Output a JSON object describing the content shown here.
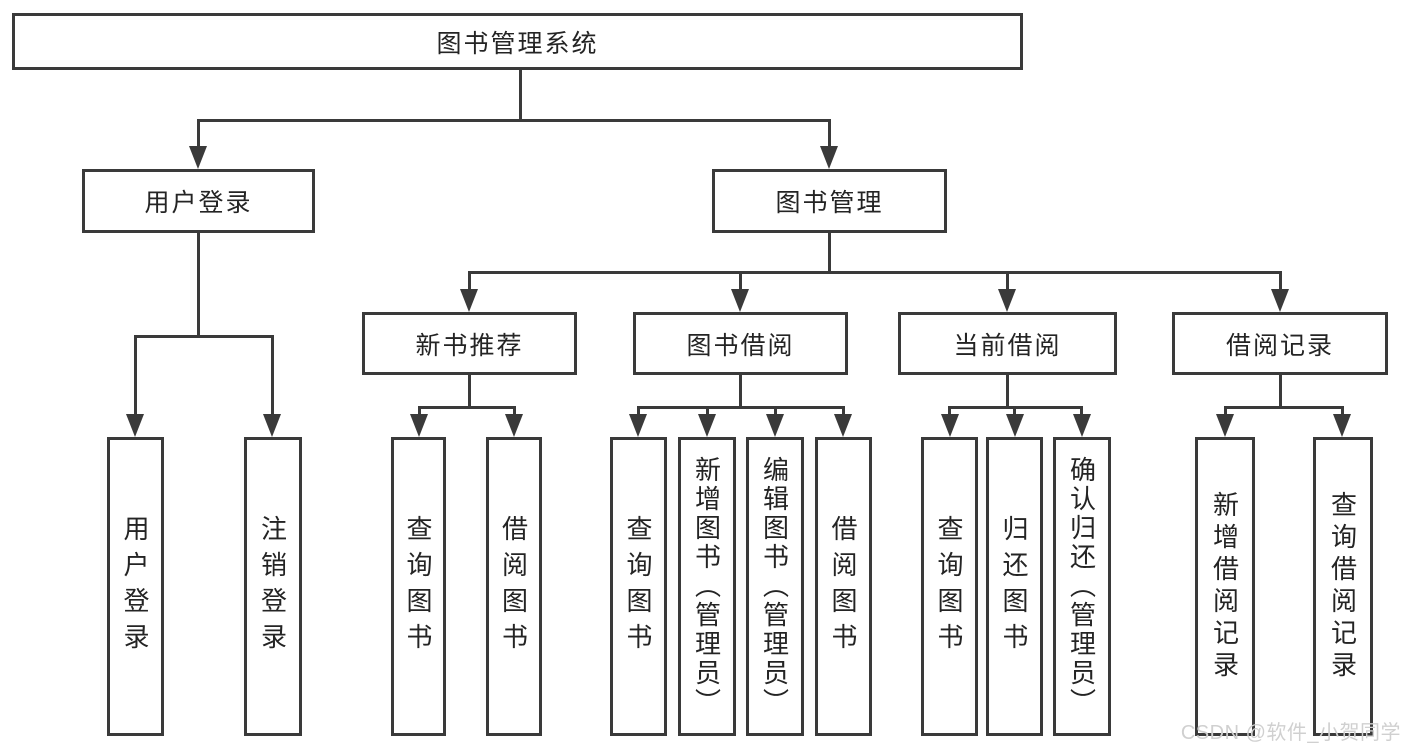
{
  "diagram": {
    "title": "图书管理系统",
    "nodes": {
      "user_login": "用户登录",
      "book_mgmt": "图书管理",
      "new_book_rec": "新书推荐",
      "book_borrow": "图书借阅",
      "current_borrow": "当前借阅",
      "borrow_records": "借阅记录",
      "leaf_user_login": "用户登录",
      "leaf_logout": "注销登录",
      "leaf_nb_query": "查询图书",
      "leaf_nb_borrow": "借阅图书",
      "leaf_bb_query": "查询图书",
      "leaf_bb_add": "新增图书（管理员）",
      "leaf_bb_edit": "编辑图书（管理员）",
      "leaf_bb_borrow": "借阅图书",
      "leaf_cb_query": "查询图书",
      "leaf_cb_return": "归还图书",
      "leaf_cb_confirm": "确认归还（管理员）",
      "leaf_br_add": "新增借阅记录",
      "leaf_br_query": "查询借阅记录"
    },
    "watermark": "CSDN @软件_小贺同学",
    "colors": {
      "line": "#3a3a3a",
      "text": "#242424",
      "watermark": "#d0d0d0",
      "background": "#ffffff"
    }
  }
}
